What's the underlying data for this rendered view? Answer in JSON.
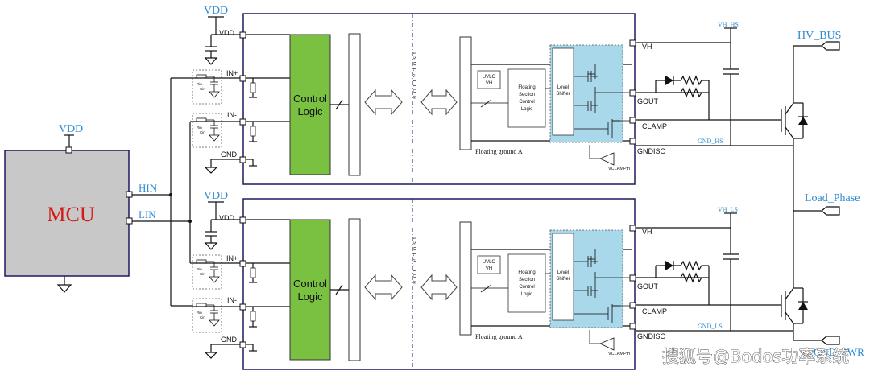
{
  "mcu": {
    "label": "MCU",
    "vdd": "VDD",
    "hin": "HIN",
    "lin": "LIN"
  },
  "channels": [
    {
      "vdd_top": "VDD",
      "pins_left": {
        "vdd": "VDD",
        "in_plus": "IN+",
        "in_minus": "IN-",
        "gnd": "GND"
      },
      "rin": "Rin",
      "cin": "Cin",
      "control_logic": [
        "Control",
        "Logic"
      ],
      "isolation": "ISOLATION",
      "uvlo": [
        "UVLO",
        "VH"
      ],
      "floating_logic": [
        "Floating",
        "Section",
        "Control",
        "Logic"
      ],
      "level_shifter": [
        "Level",
        "Shifter"
      ],
      "floating_ground": "Floating ground A",
      "vclamp": "VCLAMPth",
      "pins_right": {
        "vh": "VH",
        "gout": "GOUT",
        "clamp": "CLAMP",
        "gndiso": "GNDISO"
      },
      "supply": "VH_HS",
      "ground": "GND_HS"
    },
    {
      "vdd_top": "VDD",
      "pins_left": {
        "vdd": "VDD",
        "in_plus": "IN+",
        "in_minus": "IN-",
        "gnd": "GND"
      },
      "rin": "Rin",
      "cin": "Cin",
      "control_logic": [
        "Control",
        "Logic"
      ],
      "isolation": "ISOLATION",
      "uvlo": [
        "UVLO",
        "VH"
      ],
      "floating_logic": [
        "Floating",
        "Section",
        "Control",
        "Logic"
      ],
      "level_shifter": [
        "Level",
        "Shifter"
      ],
      "floating_ground": "Floating ground A",
      "vclamp": "VCLAMPth",
      "pins_right": {
        "vh": "VH",
        "gout": "GOUT",
        "clamp": "CLAMP",
        "gndiso": "GNDISO"
      },
      "supply": "VH_LS",
      "ground": "GND_LS"
    }
  ],
  "outputs": {
    "hv_bus": "HV_BUS",
    "load_phase": "Load_Phase",
    "bottom_partial": "GND_PWR"
  },
  "watermark": "搜狐号@Bodos功率系统",
  "colors": {
    "mcu_fill": "#c8c8c8",
    "control_logic": "#7ac142",
    "level_shift_area": "#a8d8ea",
    "blue_label": "#2e8bd0",
    "mcu_text": "#d21c1c",
    "frame": "#1a1a60"
  }
}
